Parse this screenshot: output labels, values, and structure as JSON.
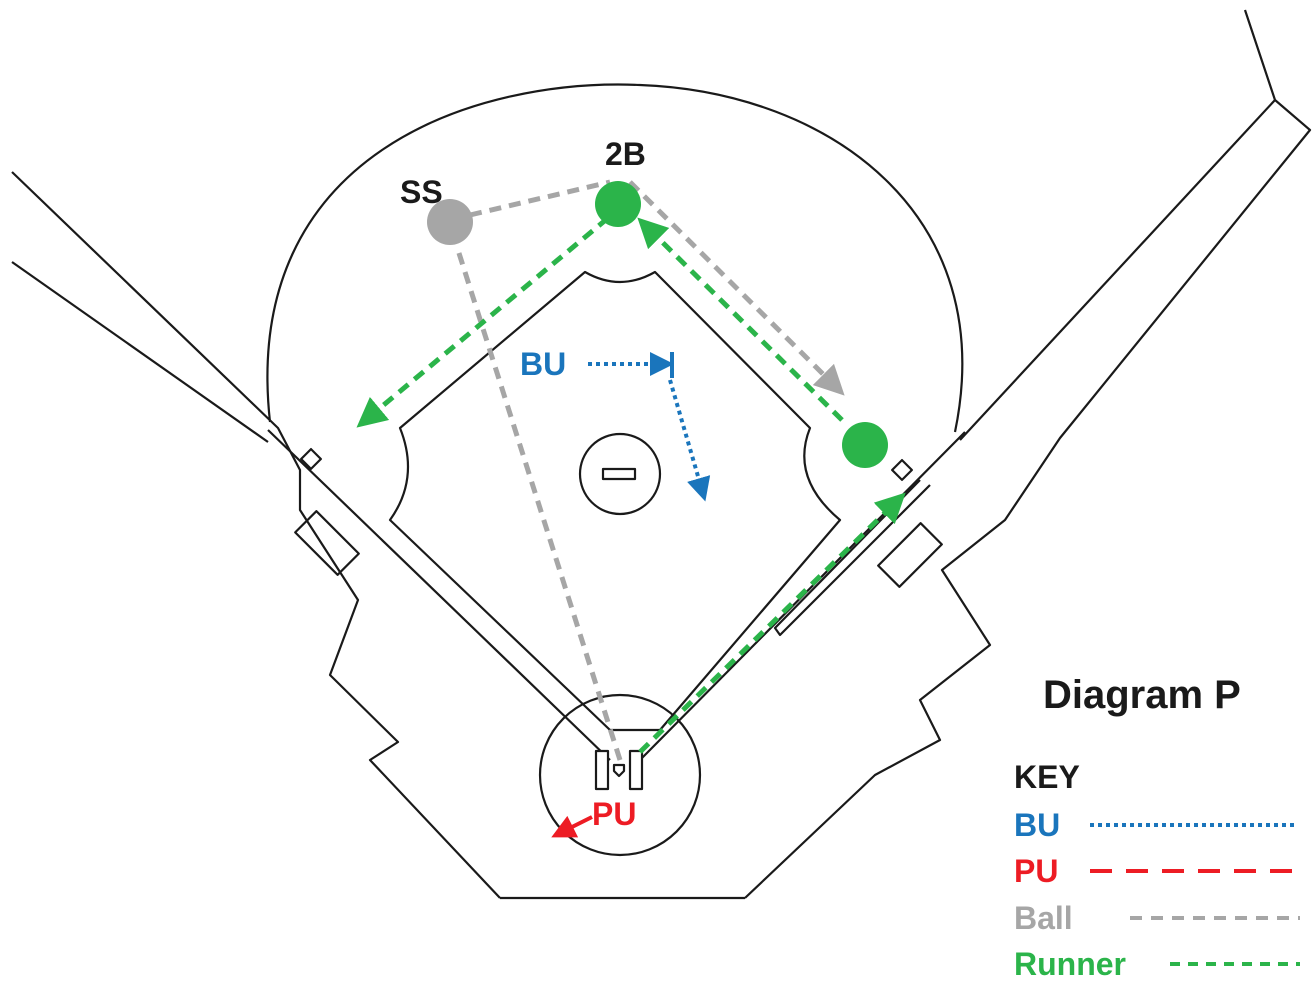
{
  "diagram": {
    "title": "Diagram P",
    "labels": {
      "second_base": "2B",
      "shortstop": "SS",
      "base_umpire": "BU",
      "plate_umpire": "PU"
    },
    "key": {
      "heading": "KEY",
      "items": [
        {
          "label": "BU",
          "color": "#1a75bc",
          "line_style": "dotted"
        },
        {
          "label": "PU",
          "color": "#ed1c24",
          "line_style": "long-dashed"
        },
        {
          "label": "Ball",
          "color": "#a6a6a6",
          "line_style": "dashed"
        },
        {
          "label": "Runner",
          "color": "#2bb44a",
          "line_style": "dashed"
        }
      ]
    },
    "colors": {
      "base_umpire": "#1a75bc",
      "plate_umpire": "#ed1c24",
      "ball": "#a6a6a6",
      "runner": "#2bb44a",
      "fielder_2b": "#2bb44a",
      "fielder_ss": "#a6a6a6",
      "field_lines": "#1a1a1a"
    }
  }
}
